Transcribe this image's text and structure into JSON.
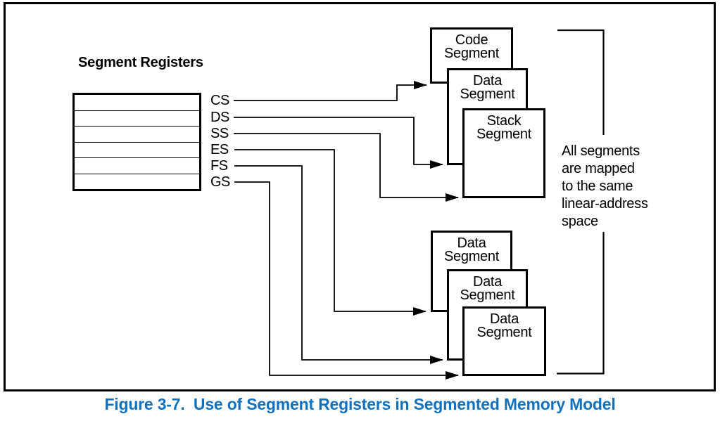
{
  "figure": {
    "heading": "Segment Registers",
    "caption": "Figure 3-7.  Use of Segment Registers in Segmented Memory Model"
  },
  "registers": {
    "labels": [
      "CS",
      "DS",
      "SS",
      "ES",
      "FS",
      "GS"
    ],
    "slot_count": 6
  },
  "segment_boxes": {
    "top": [
      {
        "line1": "Code",
        "line2": "Segment"
      },
      {
        "line1": "Data",
        "line2": "Segment"
      },
      {
        "line1": "Stack",
        "line2": "Segment"
      }
    ],
    "bottom": [
      {
        "line1": "Data",
        "line2": "Segment"
      },
      {
        "line1": "Data",
        "line2": "Segment"
      },
      {
        "line1": "Data",
        "line2": "Segment"
      }
    ]
  },
  "note": {
    "lines": [
      "All segments",
      "are mapped",
      "to the same",
      "linear-address",
      "space"
    ]
  },
  "colors": {
    "caption_blue": "#1171bd",
    "diagram_black": "#000000"
  }
}
